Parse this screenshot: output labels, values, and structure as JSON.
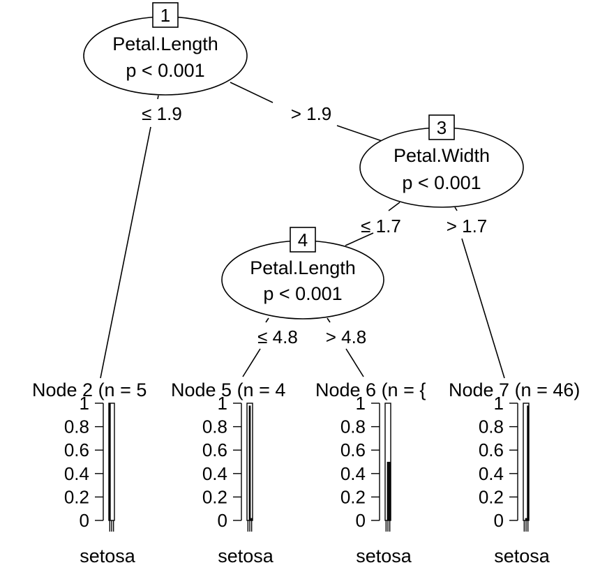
{
  "inner_nodes": [
    {
      "id": "1",
      "variable": "Petal.Length",
      "pvalue": "p < 0.001"
    },
    {
      "id": "3",
      "variable": "Petal.Width",
      "pvalue": "p < 0.001"
    },
    {
      "id": "4",
      "variable": "Petal.Length",
      "pvalue": "p < 0.001"
    }
  ],
  "edges": [
    {
      "from": "1",
      "to": "2",
      "label": "≤ 1.9"
    },
    {
      "from": "1",
      "to": "3",
      "label": "> 1.9"
    },
    {
      "from": "3",
      "to": "4",
      "label": "≤ 1.7"
    },
    {
      "from": "3",
      "to": "7",
      "label": "> 1.7"
    },
    {
      "from": "4",
      "to": "5",
      "label": "≤ 4.8"
    },
    {
      "from": "4",
      "to": "6",
      "label": "> 4.8"
    }
  ],
  "terminal_nodes": [
    {
      "id": "2",
      "title": "Node 2 (n = 5",
      "class_label": "setosa",
      "proportions": [
        1.0,
        0.0,
        0.0
      ]
    },
    {
      "id": "5",
      "title": "Node 5 (n = 4",
      "class_label": "setosa",
      "proportions": [
        0.0,
        0.98,
        0.02
      ]
    },
    {
      "id": "6",
      "title": "Node 6 (n = {",
      "class_label": "setosa",
      "proportions": [
        0.0,
        0.5,
        0.5
      ]
    },
    {
      "id": "7",
      "title": "Node 7 (n = 46)",
      "class_label": "setosa",
      "proportions": [
        0.0,
        0.02,
        0.98
      ]
    }
  ],
  "y_ticks": [
    "0",
    "0.2",
    "0.4",
    "0.6",
    "0.8",
    "1"
  ],
  "colors": {
    "bar_fill": "#000000",
    "frame": "#000000",
    "background": "#ffffff"
  }
}
